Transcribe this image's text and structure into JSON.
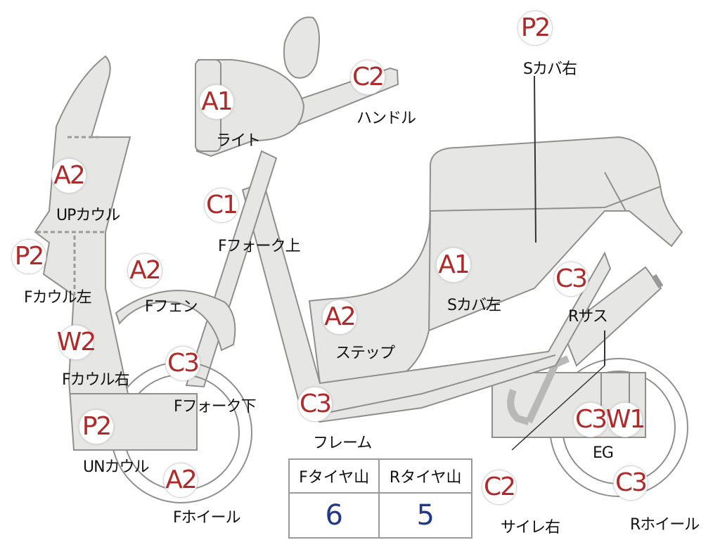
{
  "colors": {
    "grade_text": "#b02a2a",
    "tread_value": "#1e3a8a",
    "part_fill": "#e6e6e4",
    "part_stroke": "#8f8f8d"
  },
  "parts": [
    {
      "id": "up-cowl",
      "grade": "A2",
      "label": "UPカウル"
    },
    {
      "id": "f-cowl-left",
      "grade": "P2",
      "label": "Fカウル左"
    },
    {
      "id": "f-cowl-right",
      "grade": "W2",
      "label": "Fカウル右"
    },
    {
      "id": "un-cowl",
      "grade": "P2",
      "label": "UNカウル"
    },
    {
      "id": "f-wheel",
      "grade": "A2",
      "label": "Fホイール"
    },
    {
      "id": "light",
      "grade": "A1",
      "label": "ライト"
    },
    {
      "id": "handle",
      "grade": "C2",
      "label": "ハンドル"
    },
    {
      "id": "f-fork-upper",
      "grade": "C1",
      "label": "Fフォーク上"
    },
    {
      "id": "f-fender",
      "grade": "A2",
      "label": "Fフェン"
    },
    {
      "id": "f-fork-lower",
      "grade": "C3",
      "label": "Fフォーク下"
    },
    {
      "id": "step",
      "grade": "A2",
      "label": "ステップ"
    },
    {
      "id": "frame",
      "grade": "C3",
      "label": "フレーム"
    },
    {
      "id": "s-cover-left",
      "grade": "A1",
      "label": "Sカバ左"
    },
    {
      "id": "s-cover-right",
      "grade": "P2",
      "label": "Sカバ右"
    },
    {
      "id": "r-suspension",
      "grade": "C3",
      "label": "Rサス"
    },
    {
      "id": "eg",
      "grade": "C3",
      "grade2": "W1",
      "label": "EG"
    },
    {
      "id": "r-wheel",
      "grade": "C3",
      "label": "Rホイール"
    },
    {
      "id": "muffler-right",
      "grade": "C2",
      "label": "サイレ右"
    }
  ],
  "tread_table": {
    "headers": [
      "Fタイヤ山",
      "Rタイヤ山"
    ],
    "values": [
      "6",
      "5"
    ]
  }
}
